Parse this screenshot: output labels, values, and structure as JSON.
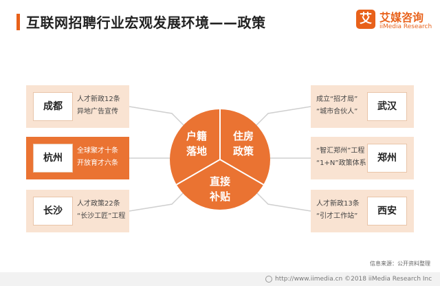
{
  "header": {
    "title": "互联网招聘行业宏观发展环境——政策"
  },
  "logo": {
    "mark": "艾",
    "name_cn": "艾媒咨询",
    "name_en": "iiMedia Research"
  },
  "center": {
    "segments": [
      {
        "line1": "户籍",
        "line2": "落地"
      },
      {
        "line1": "住房",
        "line2": "政策"
      },
      {
        "line1": "直接",
        "line2": "补贴"
      }
    ],
    "colors": {
      "segment": "#ea7332",
      "divider": "#ffffff"
    }
  },
  "left_cards": [
    {
      "city": "成都",
      "line1": "人才新政12条",
      "line2": "异地广告宣传",
      "highlight": false
    },
    {
      "city": "杭州",
      "line1": "全球聚才十条",
      "line2": "开放育才六条",
      "highlight": true
    },
    {
      "city": "长沙",
      "line1": "人才政策22条",
      "line2": "“长沙工匠”工程",
      "highlight": false
    }
  ],
  "right_cards": [
    {
      "city": "武汉",
      "line1": "成立“招才局”",
      "line2": "“城市合伙人”",
      "highlight": false
    },
    {
      "city": "郑州",
      "line1": "“智汇郑州”工程",
      "line2": "“1+N”政策体系",
      "highlight": false
    },
    {
      "city": "西安",
      "line1": "人才新政13条",
      "line2": "“引才工作站”",
      "highlight": false
    }
  ],
  "colors": {
    "accent": "#e8611a",
    "card_bg": "#f9e3d2",
    "card_highlight": "#ea7332"
  },
  "source": "信息来源：公开资料整理",
  "footer": {
    "text": "http://www.iimedia.cn    ©2018  iiMedia Research  Inc"
  }
}
